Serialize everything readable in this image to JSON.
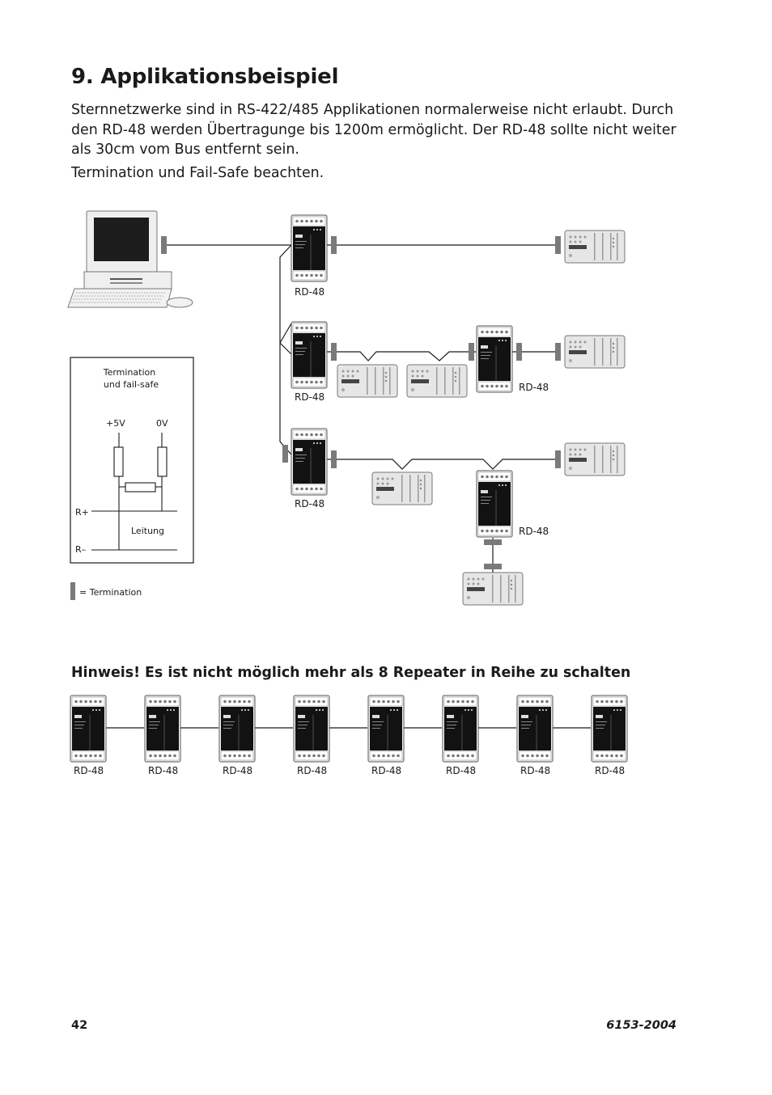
{
  "page": {
    "title": "9. Applikationsbeispiel",
    "intro": [
      "Sternnetzwerke sind in RS-422/485 Applikationen normalerweise nicht erlaubt. Durch den RD-48 werden Übertragunge bis 1200m ermöglicht. Der RD-48 sollte nicht weiter als 30cm vom Bus entfernt sein.",
      "Termination und Fail-Safe beachten."
    ],
    "hinweis": "Hinweis! Es ist nicht möglich mehr als 8 Repeater in Reihe zu schalten",
    "page_number": "42",
    "doc_number": "6153-2004"
  },
  "diagram": {
    "repeater_label": "RD-48",
    "termination_box": {
      "title_line1": "Termination",
      "title_line2": "und fail-safe",
      "plus5v": "+5V",
      "zero_v": "0V",
      "r_plus": "R+",
      "r_minus": "R–",
      "leitung": "Leitung"
    },
    "legend": "= Termination"
  },
  "chain": {
    "labels": [
      "RD-48",
      "RD-48",
      "RD-48",
      "RD-48",
      "RD-48",
      "RD-48",
      "RD-48",
      "RD-48"
    ]
  }
}
